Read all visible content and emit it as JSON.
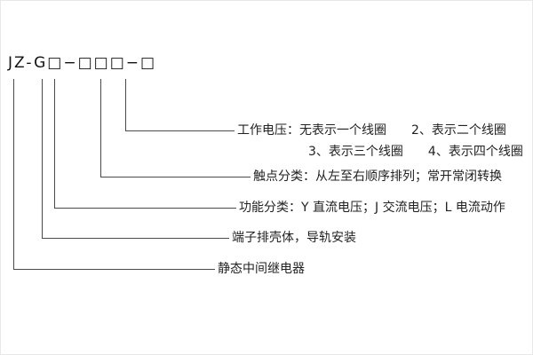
{
  "diagram": {
    "model_code": "JZ-G□−□□□−□",
    "labels": {
      "working_voltage_row1a": "工作电压：无表示一个线圈",
      "working_voltage_row1b": "2、表示二个线圈",
      "working_voltage_row2a": "3、表示三个线圈",
      "working_voltage_row2b": "4、表示四个线圈",
      "contact": "触点分类：从左至右顺序排列；常开常闭转换",
      "function": "功能分类：Y 直流电压；J 交流电压；L 电流动作",
      "housing": "端子排壳体，导轨安装",
      "relay": "静态中间继电器"
    },
    "line_color": "#4a4a4a"
  }
}
